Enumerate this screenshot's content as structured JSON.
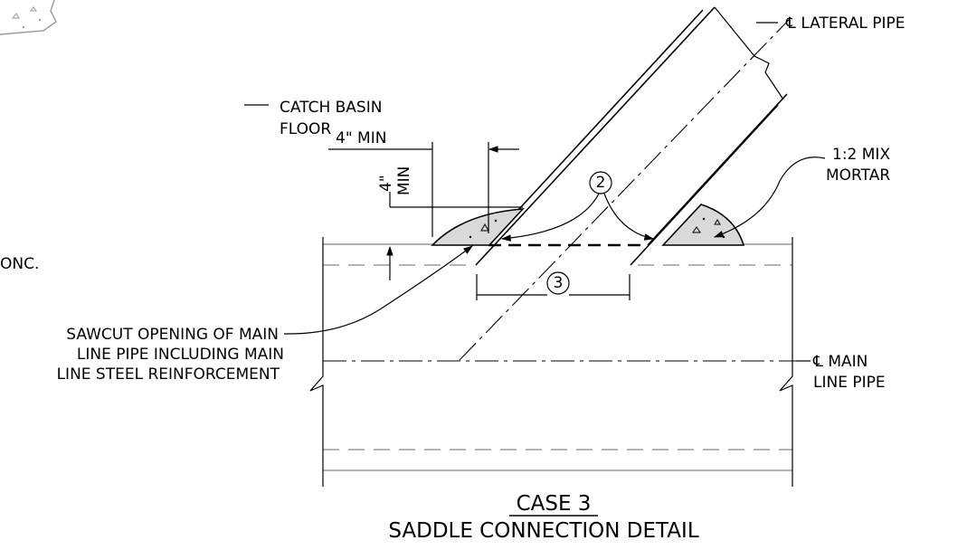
{
  "labels": {
    "lateral_pipe": "℄ LATERAL PIPE",
    "catch_basin_line1": "CATCH BASIN",
    "catch_basin_line2": "FLOOR",
    "conc_fragment": "ONC.",
    "min_horizontal": "4\" MIN",
    "min_vertical_a": "4\"",
    "min_vertical_b": "MIN",
    "mortar_line1": "1:2 MIX",
    "mortar_line2": "MORTAR",
    "sawcut_line1": "SAWCUT OPENING OF MAIN",
    "sawcut_line2": "LINE PIPE INCLUDING MAIN",
    "sawcut_line3": "LINE STEEL REINFORCEMENT",
    "main_pipe_line1": "℄ MAIN",
    "main_pipe_line2": "LINE PIPE"
  },
  "callouts": {
    "two": "2",
    "three": "3"
  },
  "title": {
    "case": "CASE 3",
    "detail": "SADDLE CONNECTION DETAIL"
  }
}
